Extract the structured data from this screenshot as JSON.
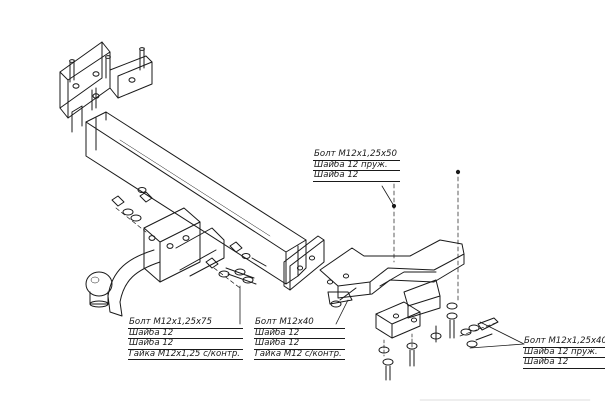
{
  "callouts": {
    "top": {
      "lines": [
        "Болт М12х1,25х50",
        "Шайба 12 пруж.",
        "Шайба 12"
      ]
    },
    "left": {
      "lines": [
        "Болт М12х1,25х75",
        "Шайба 12",
        "Шайба 12",
        "Гайка М12х1,25 с/контр."
      ]
    },
    "middle": {
      "lines": [
        "Болт М12х40",
        "Шайба 12",
        "Шайба 12",
        "Гайка М12 с/контр."
      ]
    },
    "right": {
      "lines": [
        "Болт М12х1,25х40",
        "Шайба 12 пруж.",
        "Шайба 12"
      ]
    }
  },
  "colors": {
    "line": "#1a1a1a",
    "background": "#ffffff"
  }
}
